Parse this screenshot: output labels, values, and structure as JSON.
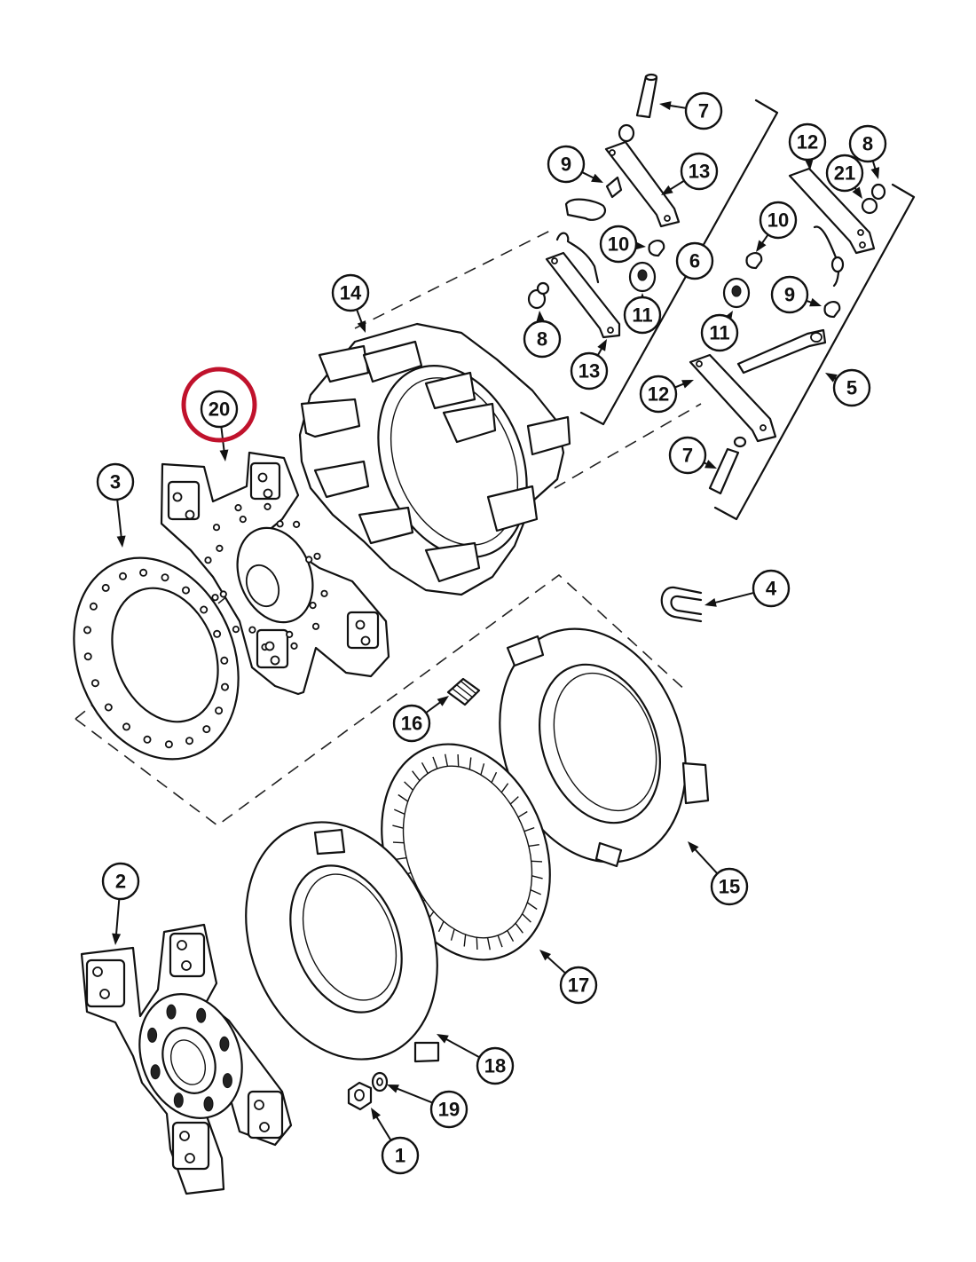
{
  "diagram": {
    "callouts": [
      {
        "id": "c1",
        "label": "1"
      },
      {
        "id": "c2",
        "label": "2"
      },
      {
        "id": "c3",
        "label": "3"
      },
      {
        "id": "c4",
        "label": "4"
      },
      {
        "id": "c5",
        "label": "5"
      },
      {
        "id": "c6",
        "label": "6"
      },
      {
        "id": "c7a",
        "label": "7"
      },
      {
        "id": "c7b",
        "label": "7"
      },
      {
        "id": "c8a",
        "label": "8"
      },
      {
        "id": "c8b",
        "label": "8"
      },
      {
        "id": "c9a",
        "label": "9"
      },
      {
        "id": "c9b",
        "label": "9"
      },
      {
        "id": "c10a",
        "label": "10"
      },
      {
        "id": "c10b",
        "label": "10"
      },
      {
        "id": "c11a",
        "label": "11"
      },
      {
        "id": "c11b",
        "label": "11"
      },
      {
        "id": "c12a",
        "label": "12"
      },
      {
        "id": "c12b",
        "label": "12"
      },
      {
        "id": "c13a",
        "label": "13"
      },
      {
        "id": "c13b",
        "label": "13"
      },
      {
        "id": "c14",
        "label": "14"
      },
      {
        "id": "c15",
        "label": "15"
      },
      {
        "id": "c16",
        "label": "16"
      },
      {
        "id": "c17",
        "label": "17"
      },
      {
        "id": "c18",
        "label": "18"
      },
      {
        "id": "c19",
        "label": "19"
      },
      {
        "id": "c20",
        "label": "20"
      },
      {
        "id": "c21",
        "label": "21"
      }
    ],
    "highlighted_callout": "20",
    "highlight_color": "#c0122c"
  }
}
